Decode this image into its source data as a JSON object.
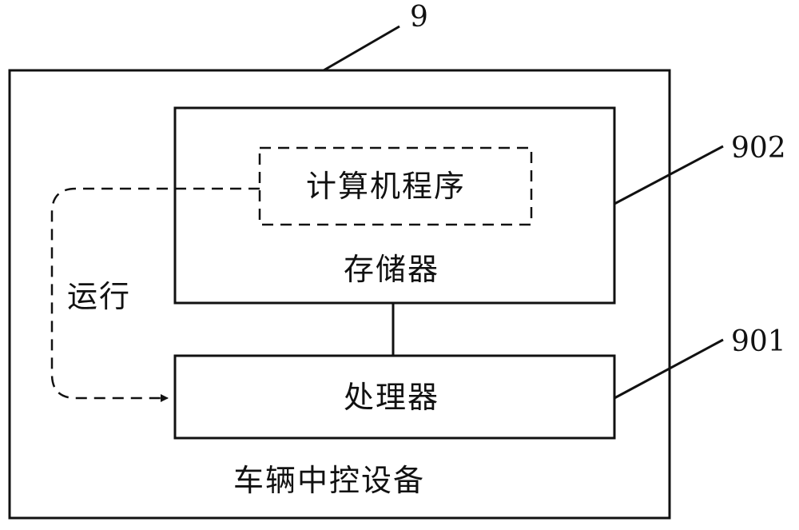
{
  "labels": {
    "outer_ref": "9",
    "memory_ref": "902",
    "processor_ref": "901",
    "program": "计算机程序",
    "memory": "存储器",
    "processor": "处理器",
    "run": "运行",
    "device": "车辆中控设备"
  }
}
